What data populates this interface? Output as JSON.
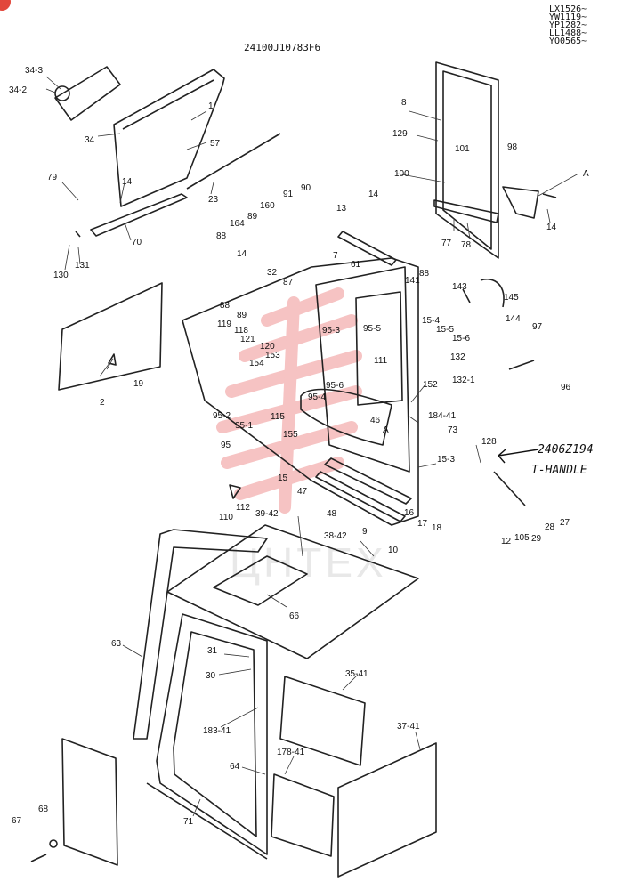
{
  "header": {
    "diagram_code": "24100J10783F6",
    "serials": [
      "LX1526~",
      "YW1119~",
      "YP1282~",
      "LL1488~",
      "YQ0565~"
    ]
  },
  "watermark": "ЦНТЕХ",
  "handwritten_note": [
    "2406Z194",
    "T-HANDLE"
  ],
  "labels": [
    "34-3",
    "34-2",
    "34",
    "1",
    "57",
    "79",
    "14",
    "23",
    "70",
    "130",
    "131",
    "8",
    "129",
    "101",
    "98",
    "100",
    "A",
    "14",
    "77",
    "78",
    "91",
    "90",
    "14",
    "13",
    "160",
    "164",
    "89",
    "88",
    "14",
    "7",
    "61",
    "32",
    "87",
    "88",
    "89",
    "141",
    "88",
    "143",
    "145",
    "144",
    "15-4",
    "15-5",
    "15-6",
    "132",
    "97",
    "96",
    "132-1",
    "119",
    "118",
    "121",
    "120",
    "95-3",
    "95-5",
    "111",
    "153",
    "154",
    "95-6",
    "95-4",
    "152",
    "184-41",
    "73",
    "A",
    "46",
    "115",
    "155",
    "95-2",
    "95-1",
    "95",
    "15",
    "15-3",
    "47",
    "128",
    "48",
    "9",
    "16",
    "17",
    "18",
    "10",
    "110",
    "112",
    "12",
    "105",
    "29",
    "28",
    "27",
    "2",
    "19",
    "39-42",
    "38-42",
    "66",
    "63",
    "31",
    "30",
    "35-41",
    "183-41",
    "37-41",
    "178-41",
    "64",
    "71",
    "67",
    "68"
  ]
}
